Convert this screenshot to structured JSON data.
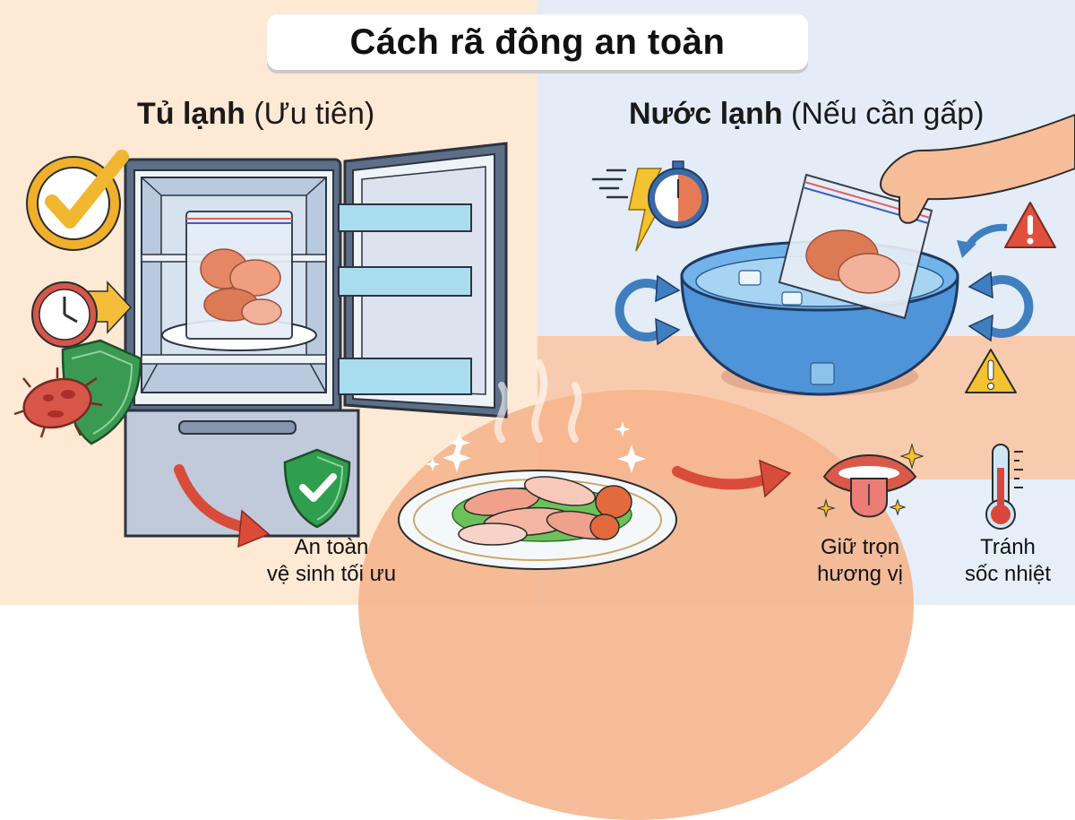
{
  "title": "Cách rã đông an toàn",
  "left_section": {
    "heading_bold": "Tủ lạnh",
    "heading_note": "(Ưu tiên)",
    "caption_line1": "An toàn",
    "caption_line2": "vệ sinh tối ưu",
    "icons": [
      "check-circle-icon",
      "clock-icon",
      "shield-icon",
      "bacteria-icon",
      "fridge-icon",
      "bag-of-crab-icon",
      "shield-check-icon",
      "red-arrow-icon"
    ]
  },
  "right_section": {
    "heading_bold": "Nước lạnh",
    "heading_note": "(Nếu cần gấp)",
    "benefit1_line1": "Giữ trọn",
    "benefit1_line2": "hương vị",
    "benefit2_line1": "Tránh",
    "benefit2_line2": "sốc nhiệt",
    "icons": [
      "lightning-stopwatch-icon",
      "bowl-of-water-icon",
      "hand-icon",
      "circular-arrows-icon",
      "warning-icon",
      "tongue-icon",
      "thermometer-icon"
    ]
  },
  "center": {
    "icons": [
      "plate-of-crab-meat-icon",
      "steam-icon",
      "sparkle-icon"
    ]
  },
  "colors": {
    "left_bg": "#fde9d4",
    "right_bg": "#e3ecf7",
    "accent_red": "#e0503f",
    "accent_green": "#2f9e4f",
    "accent_gold": "#f2b731",
    "water_blue": "#4f93d8"
  }
}
